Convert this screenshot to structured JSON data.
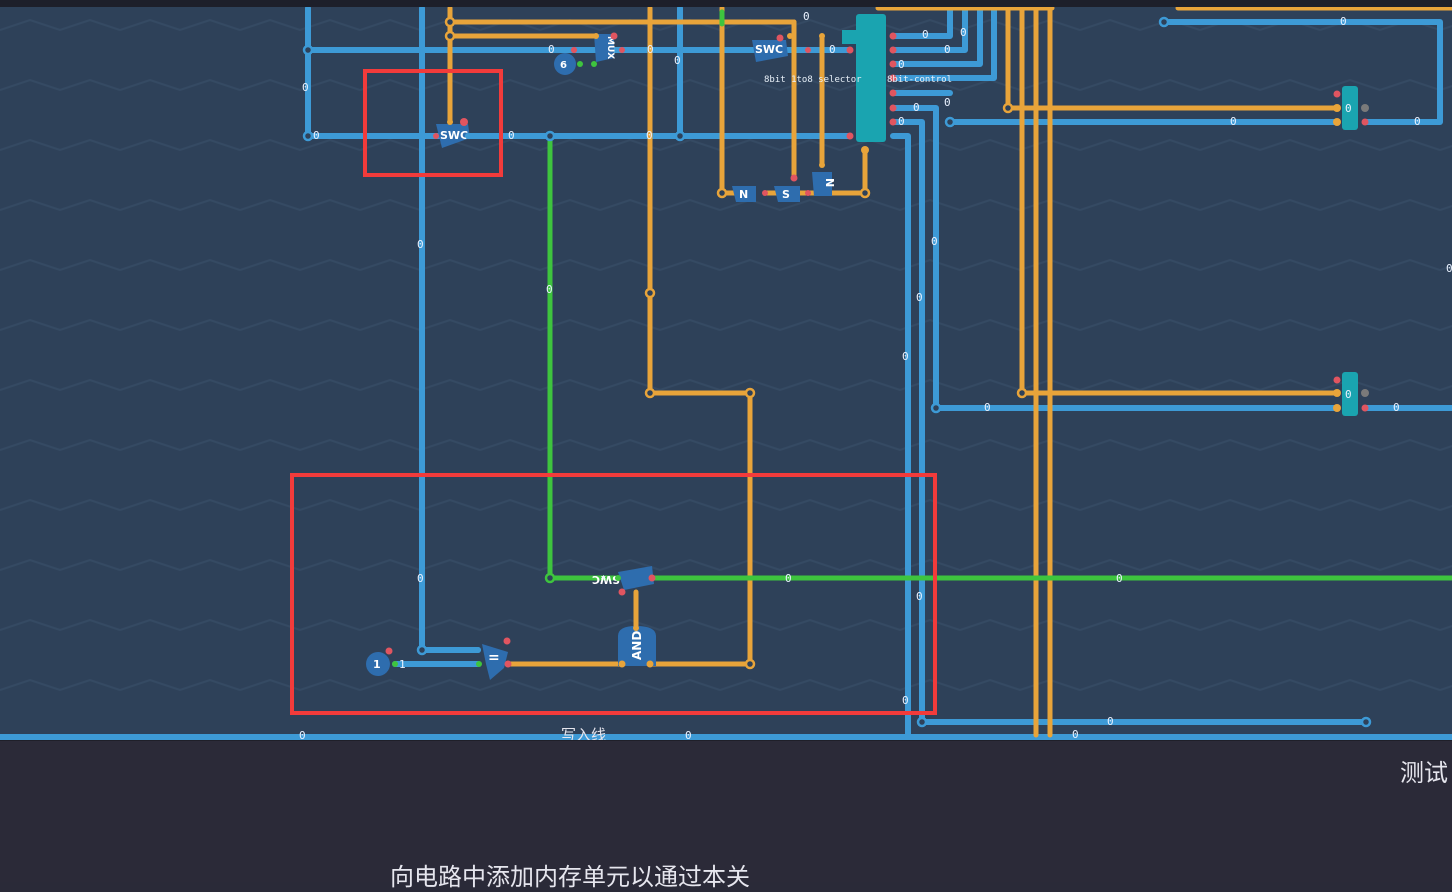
{
  "bottom_panel": {
    "test_tab_label": "测试",
    "objective_text": "向电路中添加内存单元以通过本关"
  },
  "board": {
    "write_line_label": "写入线",
    "wire_value": "0",
    "constant_value": "1",
    "selector_label": "8bit 1to8 selector",
    "control_label": "8bit-control",
    "gates": {
      "swc": "SWC",
      "and": "AND",
      "mux": "MUX",
      "not": "N",
      "switch": "S",
      "equals": "=",
      "six": "6",
      "one": "1"
    }
  },
  "colors": {
    "board_bg": "#2e4159",
    "wire_blue": "#3d9ad6",
    "wire_orange": "#e8a43a",
    "wire_green": "#3ec43e",
    "gate_blue": "#2e6dae",
    "teal_component": "#1aa4b0",
    "highlight_red": "#f23b3b",
    "panel_bg": "#2b2a38"
  }
}
